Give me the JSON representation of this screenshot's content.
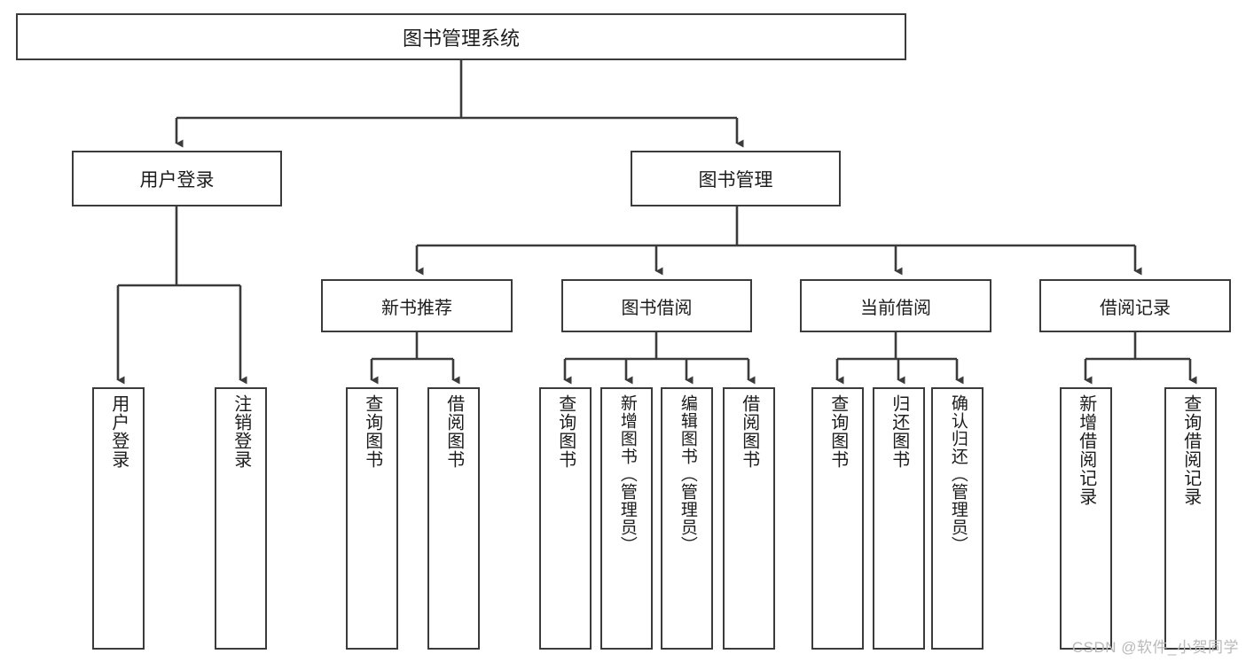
{
  "diagram": {
    "title": "图书管理系统",
    "type": "tree",
    "root": {
      "label": "图书管理系统"
    },
    "level2": [
      {
        "label": "用户登录"
      },
      {
        "label": "图书管理"
      }
    ],
    "level3": [
      {
        "label": "新书推荐"
      },
      {
        "label": "图书借阅"
      },
      {
        "label": "当前借阅"
      },
      {
        "label": "借阅记录"
      }
    ],
    "leaves": {
      "user_login": [
        {
          "label": "用户登录"
        },
        {
          "label": "注销登录"
        }
      ],
      "new_book_recommend": [
        {
          "label": "查询图书"
        },
        {
          "label": "借阅图书"
        }
      ],
      "book_borrow": [
        {
          "label": "查询图书"
        },
        {
          "label": "新增图书（管理员）"
        },
        {
          "label": "编辑图书（管理员）"
        },
        {
          "label": "借阅图书"
        }
      ],
      "current_borrow": [
        {
          "label": "查询图书"
        },
        {
          "label": "归还图书"
        },
        {
          "label": "确认归还（管理员）"
        }
      ],
      "borrow_record": [
        {
          "label": "新增借阅记录"
        },
        {
          "label": "查询借阅记录"
        }
      ]
    }
  },
  "watermark": {
    "text": "CSDN @软件_小贺同学"
  },
  "colors": {
    "stroke": "#3b3b3b",
    "fill": "#ffffff",
    "text": "#1c1c1c",
    "watermark": "#b9b9b9"
  }
}
